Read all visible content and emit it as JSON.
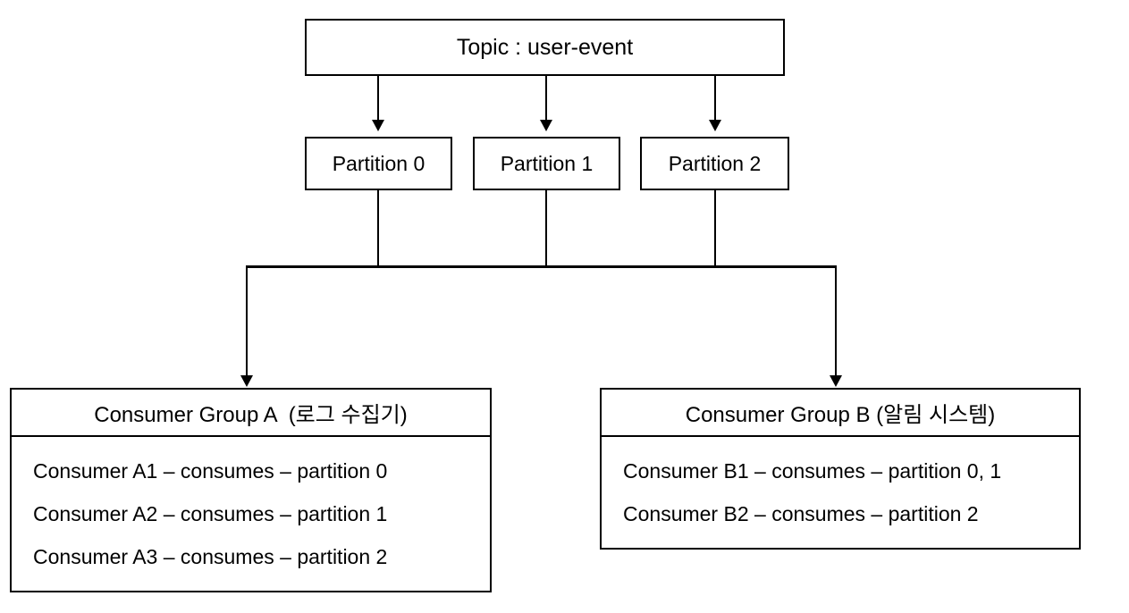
{
  "diagram": {
    "title": "Kafka topic partition consumer group assignment",
    "topic": {
      "label": "Topic : user-event"
    },
    "partitions": [
      {
        "label": "Partition 0"
      },
      {
        "label": "Partition 1"
      },
      {
        "label": "Partition 2"
      }
    ],
    "consumer_groups": [
      {
        "id": "a",
        "header": "Consumer Group A  (로그 수집기)",
        "consumers": [
          {
            "label": "Consumer A1 – consumes – partition 0"
          },
          {
            "label": "Consumer A2 – consumes – partition 1"
          },
          {
            "label": "Consumer A3 – consumes – partition 2"
          }
        ]
      },
      {
        "id": "b",
        "header": "Consumer Group B (알림 시스템)",
        "consumers": [
          {
            "label": "Consumer B1 – consumes – partition 0, 1"
          },
          {
            "label": "Consumer B2 – consumes – partition 2"
          }
        ]
      }
    ],
    "colors": {
      "stroke": "#000000",
      "background": "#ffffff",
      "text": "#000000"
    }
  }
}
